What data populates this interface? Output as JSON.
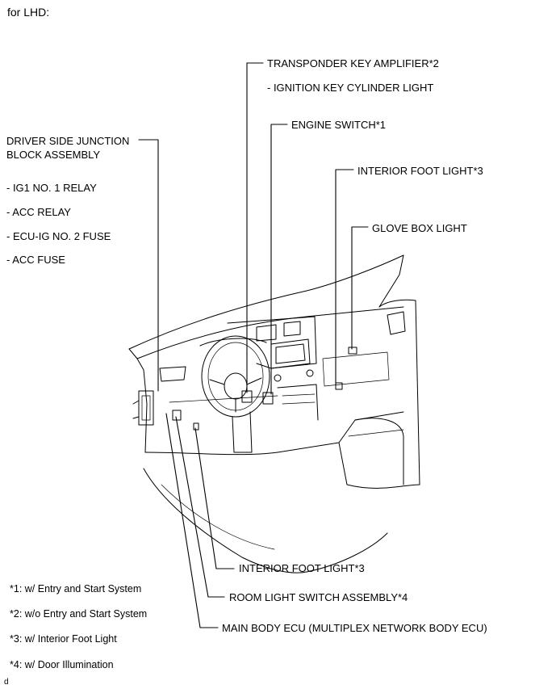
{
  "header": {
    "title": "for LHD:"
  },
  "labels": {
    "transponder": "TRANSPONDER KEY AMPLIFIER*2",
    "ignition_light": "- IGNITION KEY CYLINDER LIGHT",
    "engine_switch": "ENGINE SWITCH*1",
    "driver_side_jb_line1": "DRIVER SIDE JUNCTION",
    "driver_side_jb_line2": "BLOCK ASSEMBLY",
    "ig1_relay": "- IG1 NO. 1 RELAY",
    "acc_relay": "- ACC RELAY",
    "ecu_ig_fuse": "- ECU-IG NO. 2 FUSE",
    "acc_fuse": "- ACC FUSE",
    "interior_foot_light_upper": "INTERIOR FOOT LIGHT*3",
    "glove_box_light": "GLOVE BOX LIGHT",
    "interior_foot_light_lower": "INTERIOR FOOT LIGHT*3",
    "room_light_switch": "ROOM LIGHT SWITCH ASSEMBLY*4",
    "main_body_ecu": "MAIN BODY ECU (MULTIPLEX NETWORK BODY ECU)"
  },
  "footnotes": [
    "*1: w/ Entry and Start System",
    "*2: w/o Entry and Start System",
    "*3: w/ Interior Foot Light",
    "*4: w/ Door Illumination"
  ],
  "corner_mark": "d"
}
